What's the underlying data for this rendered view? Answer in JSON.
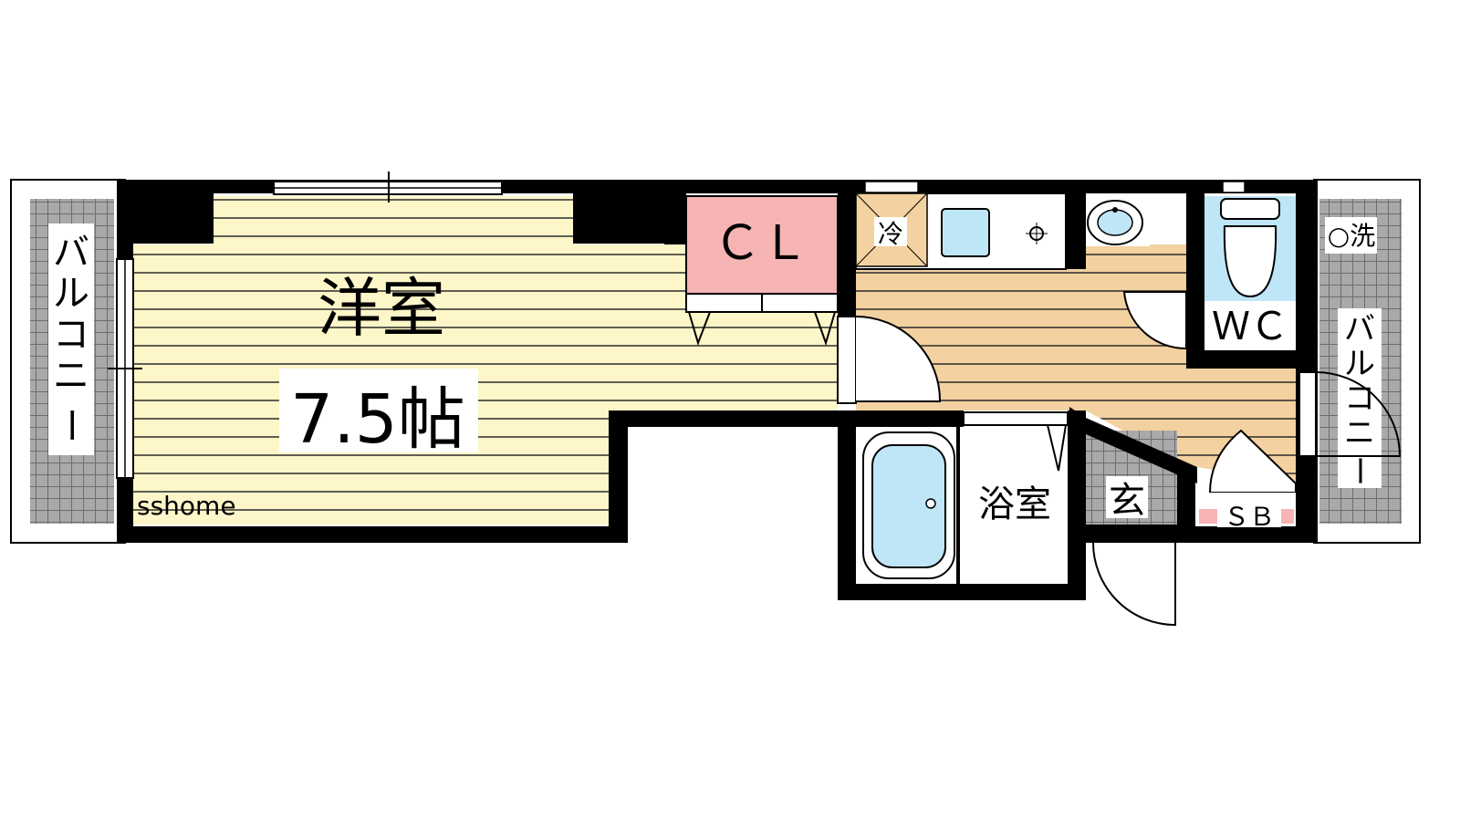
{
  "floorplan": {
    "rooms": {
      "western_room_name": "洋室",
      "western_room_size": "7.5帖",
      "closet": "ＣＬ",
      "toilet": "ＷＣ",
      "bathroom": "浴室",
      "entrance": "玄",
      "shoe_box": "ＳＢ",
      "fridge": "冷",
      "washer": "○洗"
    },
    "balcony_left": [
      "バ",
      "ル",
      "コ",
      "ニ",
      "ー"
    ],
    "balcony_right": [
      "バ",
      "ル",
      "コ",
      "ニ",
      "ー"
    ],
    "watermark": "sshome"
  },
  "colors": {
    "western_floor": "#fdf6c8",
    "kitchen_floor": "#f3d1a0",
    "closet": "#f6b4b4",
    "fixture_blue": "#bfe6f7",
    "balcony_tile": "#a9a9a9",
    "wall": "#000000"
  }
}
